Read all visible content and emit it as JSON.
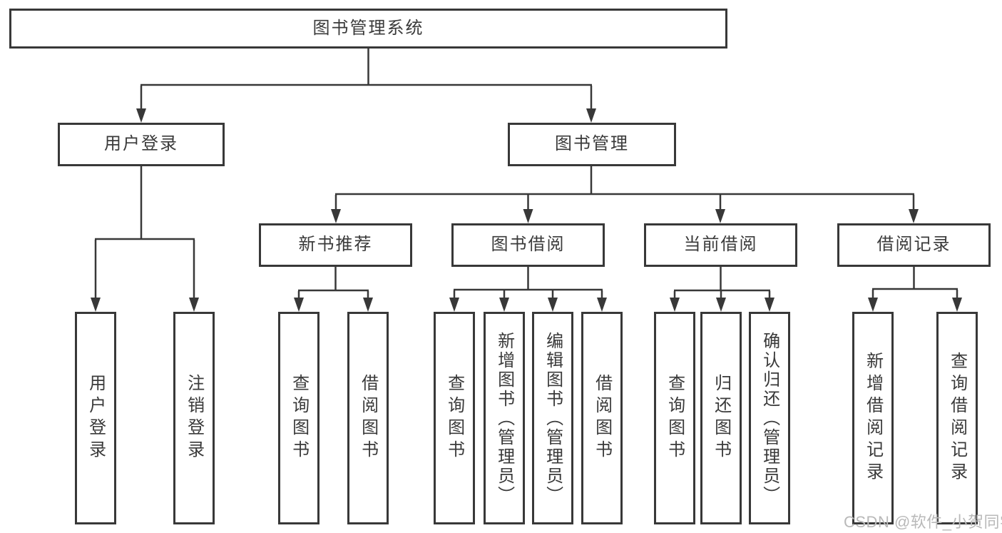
{
  "diagram": {
    "title": "图书管理系统",
    "root": {
      "label": "图书管理系统"
    },
    "level2": [
      {
        "label": "用户登录"
      },
      {
        "label": "图书管理"
      }
    ],
    "level3": [
      {
        "label": "新书推荐"
      },
      {
        "label": "图书借阅"
      },
      {
        "label": "当前借阅"
      },
      {
        "label": "借阅记录"
      }
    ],
    "leaves": {
      "user_login": [
        {
          "label": "用户登录"
        },
        {
          "label": "注销登录"
        }
      ],
      "new_book_recommend": [
        {
          "label": "查询图书"
        },
        {
          "label": "借阅图书"
        }
      ],
      "book_borrow": [
        {
          "label": "查询图书"
        },
        {
          "label": "新增图书（管理员）"
        },
        {
          "label": "编辑图书（管理员）"
        },
        {
          "label": "借阅图书"
        }
      ],
      "current_borrow": [
        {
          "label": "查询图书"
        },
        {
          "label": "归还图书"
        },
        {
          "label": "确认归还（管理员）"
        }
      ],
      "borrow_records": [
        {
          "label": "新增借阅记录"
        },
        {
          "label": "查询借阅记录"
        }
      ]
    }
  },
  "watermark": {
    "text": "CSDN @软件_小贺同学"
  },
  "colors": {
    "line": "#383838",
    "text": "#3a3a3a",
    "box_background": "#ffffff",
    "page_background": "#ffffff",
    "watermark": "#b9b9b9"
  }
}
